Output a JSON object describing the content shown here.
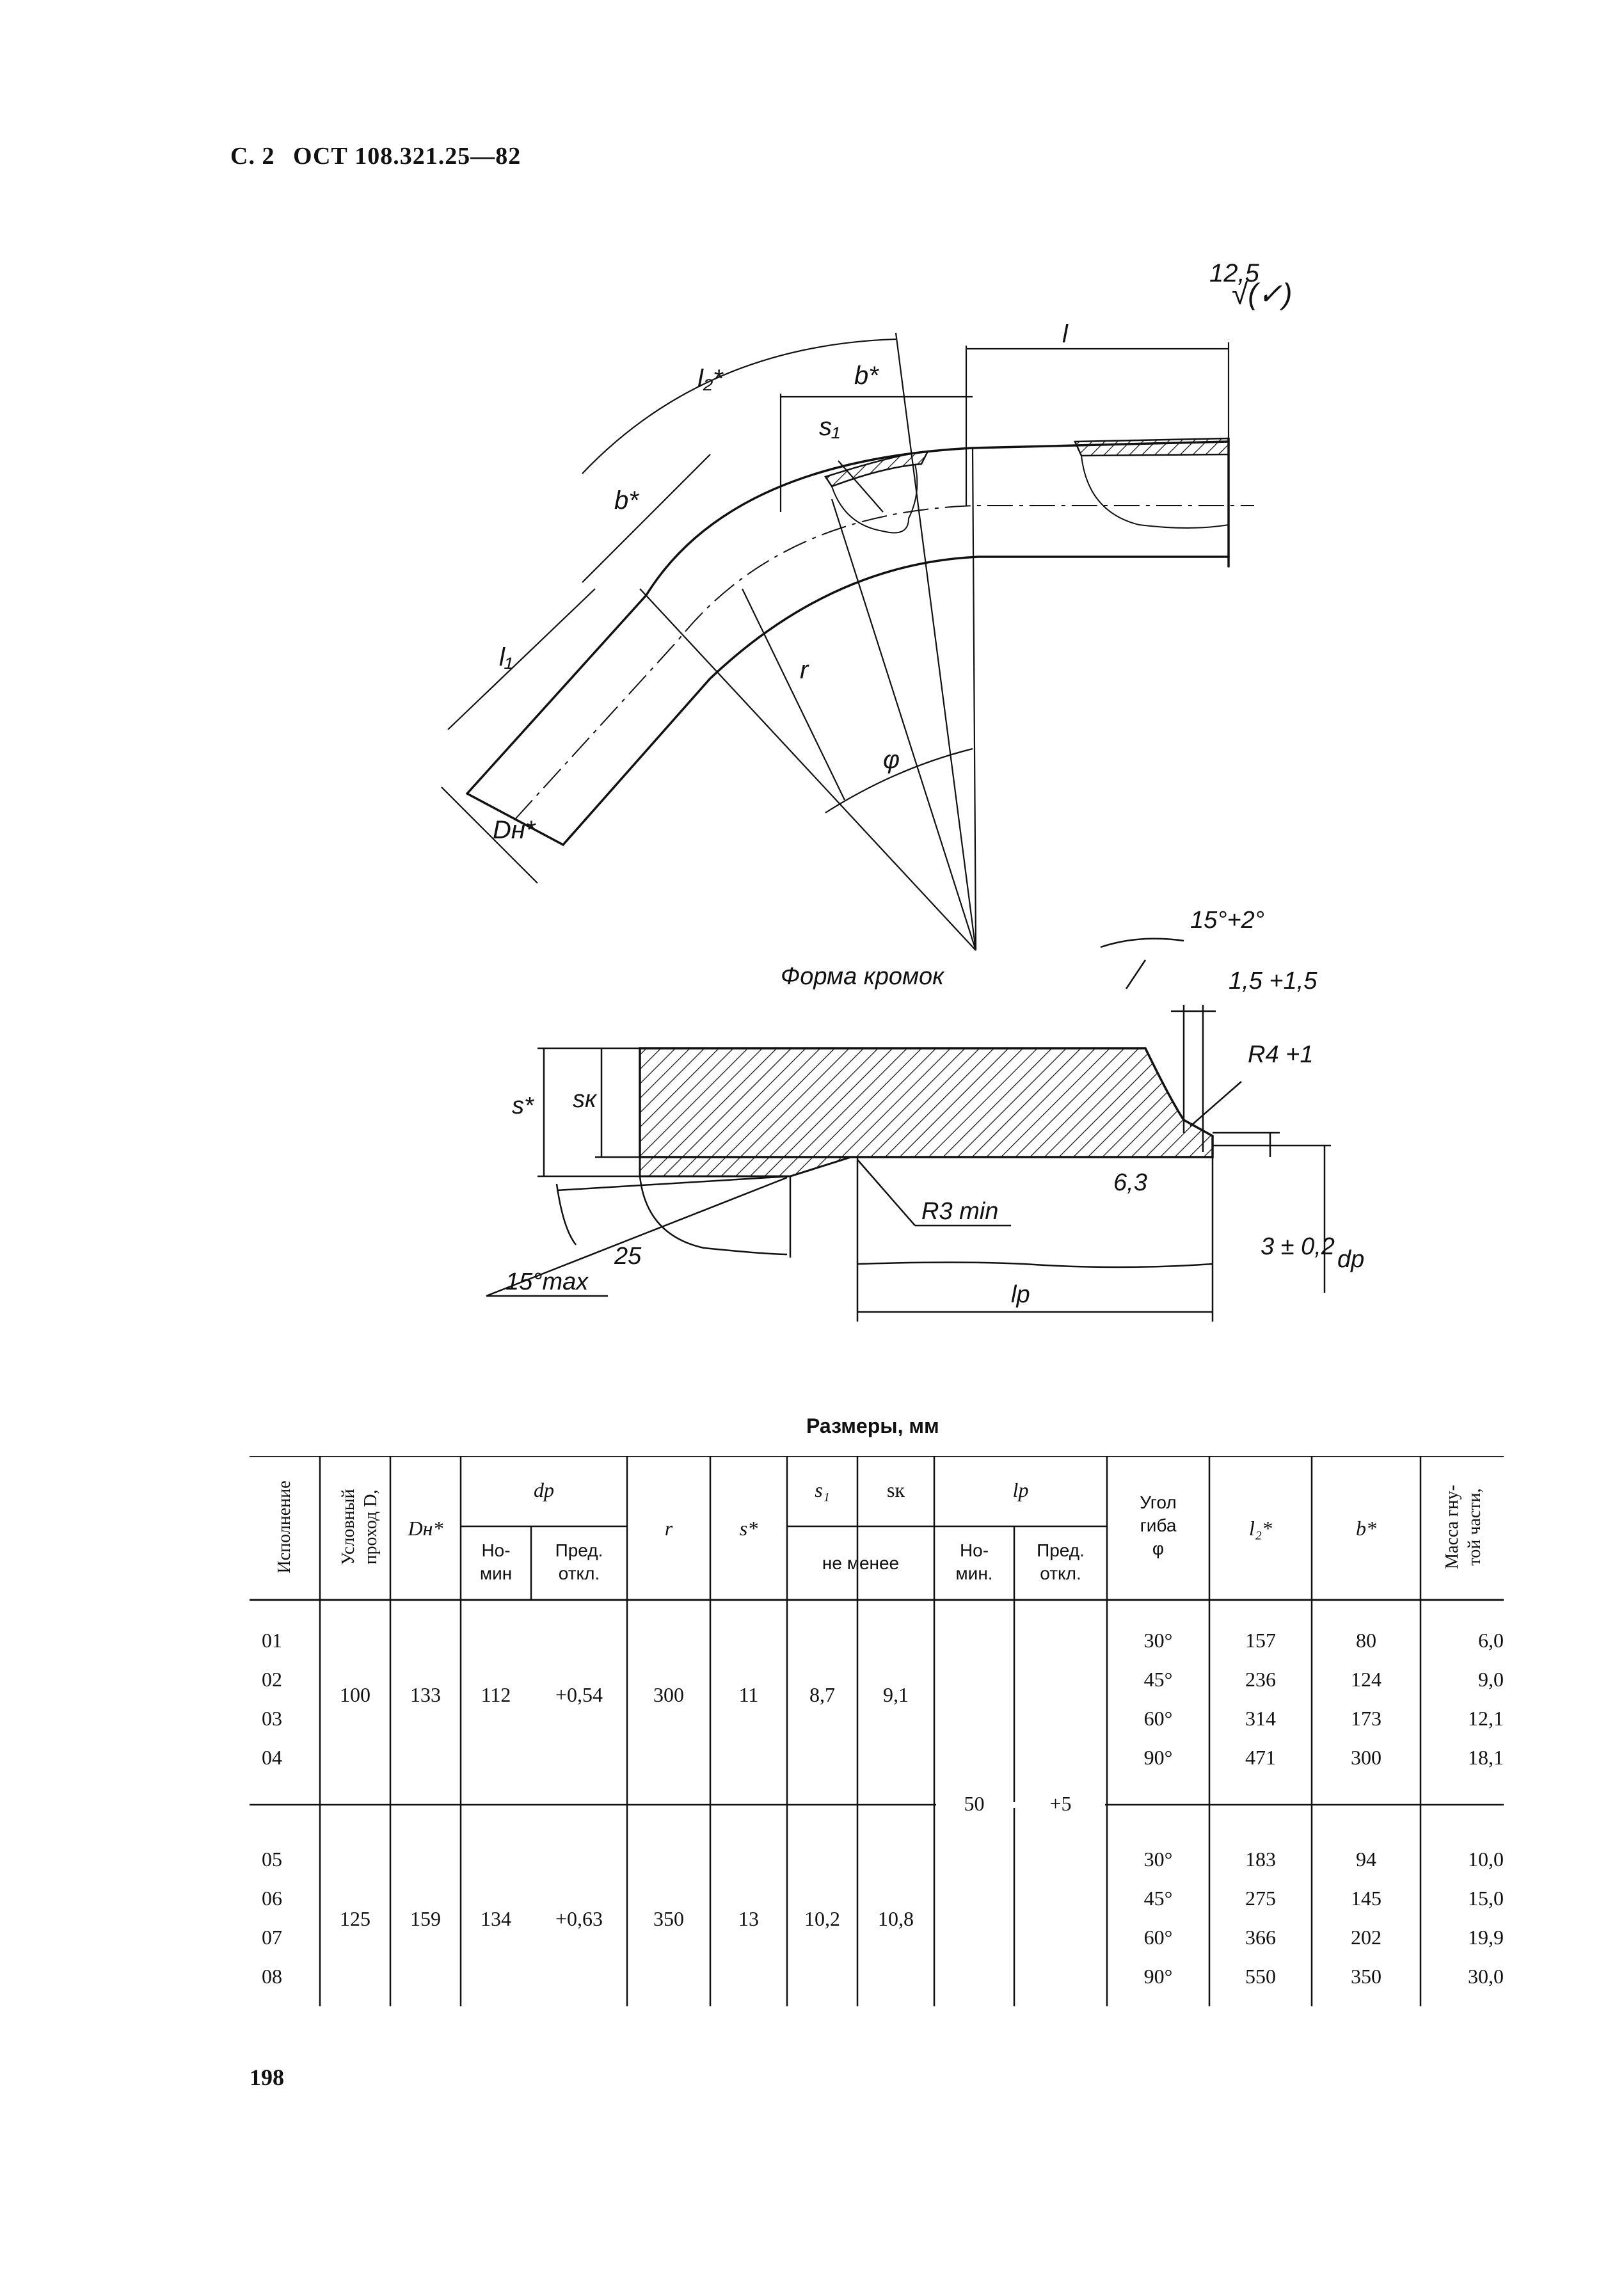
{
  "header": {
    "prefix": "С. 2",
    "doc": "ОСТ 108.321.25—82"
  },
  "drawing": {
    "roughness_top": "12,5",
    "roughness_paren": "(✓)",
    "labels": {
      "l2": "l₂*",
      "b_top": "b*",
      "l": "l",
      "s1": "s₁",
      "b_side": "b*",
      "l1": "l₁",
      "r": "r",
      "phi": "φ",
      "dn": "Dн*"
    },
    "edge_title": "Форма кромок",
    "edge_labels": {
      "angle_top": "15°+2°",
      "dim_15": "1,5 +1,5",
      "r4": "R4 +1",
      "s_star": "s*",
      "s_k": "sк",
      "rough_63": "6,3",
      "r3": "R3 min",
      "rough_25": "25",
      "dim_3": "3 ± 0,2",
      "dp": "dp",
      "angle_bottom": "15°max",
      "lp": "lp"
    }
  },
  "table": {
    "title": "Размеры, мм",
    "headers": {
      "col1": "Исполнение",
      "col2a": "Условный",
      "col2b": "проход D,",
      "col3": "Dн*",
      "col4": "dp",
      "col4a": "Но-",
      "col4a2": "мин",
      "col4b": "Пред.",
      "col4b2": "откл.",
      "col5": "r",
      "col6": "s*",
      "col7": "s₁",
      "col8": "sк",
      "col78": "не менее",
      "col9": "lp",
      "col9a": "Но-",
      "col9a2": "мин.",
      "col9b": "Пред.",
      "col9b2": "откл.",
      "col10a": "Угол",
      "col10b": "гиба",
      "col10c": "φ",
      "col11": "l₂*",
      "col12": "b*",
      "col13a": "Масса гну-",
      "col13b": "той части,"
    },
    "group1": {
      "rows": [
        "01",
        "02",
        "03",
        "04"
      ],
      "D": "100",
      "Dn": "133",
      "dp_nom": "112",
      "dp_dev": "+0,54",
      "r": "300",
      "s": "11",
      "s1": "8,7",
      "sk": "9,1",
      "angles": [
        "30°",
        "45°",
        "60°",
        "90°"
      ],
      "l2": [
        "157",
        "236",
        "314",
        "471"
      ],
      "b": [
        "80",
        "124",
        "173",
        "300"
      ],
      "mass": [
        "6,0",
        "9,0",
        "12,1",
        "18,1"
      ]
    },
    "group2": {
      "rows": [
        "05",
        "06",
        "07",
        "08"
      ],
      "D": "125",
      "Dn": "159",
      "dp_nom": "134",
      "dp_dev": "+0,63",
      "r": "350",
      "s": "13",
      "s1": "10,2",
      "sk": "10,8",
      "angles": [
        "30°",
        "45°",
        "60°",
        "90°"
      ],
      "l2": [
        "183",
        "275",
        "366",
        "550"
      ],
      "b": [
        "94",
        "145",
        "202",
        "350"
      ],
      "mass": [
        "10,0",
        "15,0",
        "19,9",
        "30,0"
      ]
    },
    "lp_nom": "50",
    "lp_dev": "+5"
  },
  "page_number": "198"
}
